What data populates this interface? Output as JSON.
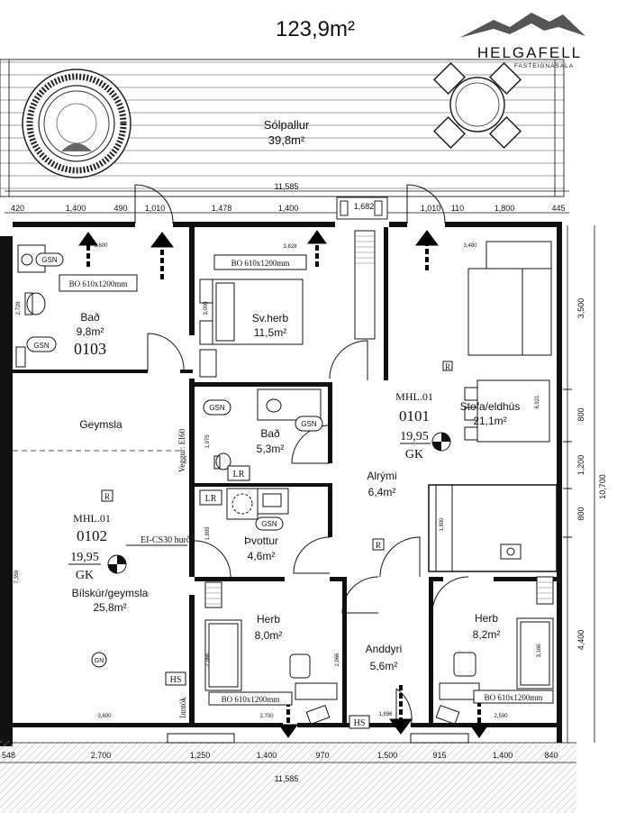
{
  "header": {
    "total_area": "123,9m²",
    "brand": "HELGAFELL",
    "brand_sub": "FASTEIGNASALA"
  },
  "deck": {
    "name": "Sólpallur",
    "area": "39,8m²"
  },
  "rooms": {
    "bad_large": {
      "name": "Bað",
      "area": "9,8m²",
      "unit": "0103"
    },
    "svherb": {
      "name": "Sv.herb",
      "area": "11,5m²"
    },
    "stofa": {
      "name": "Stofa/eldhús",
      "area": "21,1m²"
    },
    "unit_0101": {
      "mhl": "MHL.01",
      "unit": "0101",
      "ratio": "19,95",
      "gk": "GK"
    },
    "bad_small": {
      "name": "Bað",
      "area": "5,3m²"
    },
    "geymsla": {
      "name": "Geymsla"
    },
    "alrymi": {
      "name": "Alrými",
      "area": "6,4m²"
    },
    "unit_0102": {
      "mhl": "MHL.01",
      "unit": "0102",
      "ratio": "19,95",
      "gk": "GK"
    },
    "thvottur": {
      "name": "Þvottur",
      "area": "4,6m²"
    },
    "bilskur": {
      "name": "Bílskúr/geymsla",
      "area": "25,8m²"
    },
    "herb_left": {
      "name": "Herb",
      "area": "8,0m²"
    },
    "anddyri": {
      "name": "Anddyri",
      "area": "5,6m²"
    },
    "herb_right": {
      "name": "Herb",
      "area": "8,2m²"
    }
  },
  "labels": {
    "gsn": "GSN",
    "gn": "GN",
    "r": "R",
    "lr": "LR",
    "hs": "HS",
    "bo": "BO 610x1200mm",
    "veggur": "Veggur: EI60",
    "ei_cs30": "EI-CS30 hurð",
    "inntok": "Inntök"
  },
  "dims": {
    "top_total": "11,585",
    "bottom_total": "11,585",
    "top_segments": [
      "420",
      "1,400",
      "490",
      "1,010",
      "1,478",
      "1,400",
      "1,682",
      "1,010",
      "110",
      "1,800",
      "445"
    ],
    "bottom_segments": [
      "548",
      "2,700",
      "1,250",
      "1,400",
      "970",
      "1,500",
      "915",
      "1,400",
      "840"
    ],
    "right_segments": [
      "3,500",
      "800",
      "1,200",
      "800",
      "4,400"
    ],
    "right_total": "10,700",
    "inner": [
      "3,600",
      "3,828",
      "3,480",
      "2,728",
      "3,600",
      "2,700",
      "1,896",
      "2,590",
      "2,966",
      "2,966",
      "3,166",
      "6,921",
      "1,800",
      "7,359",
      "1,975",
      "1,899",
      "3,000"
    ]
  }
}
